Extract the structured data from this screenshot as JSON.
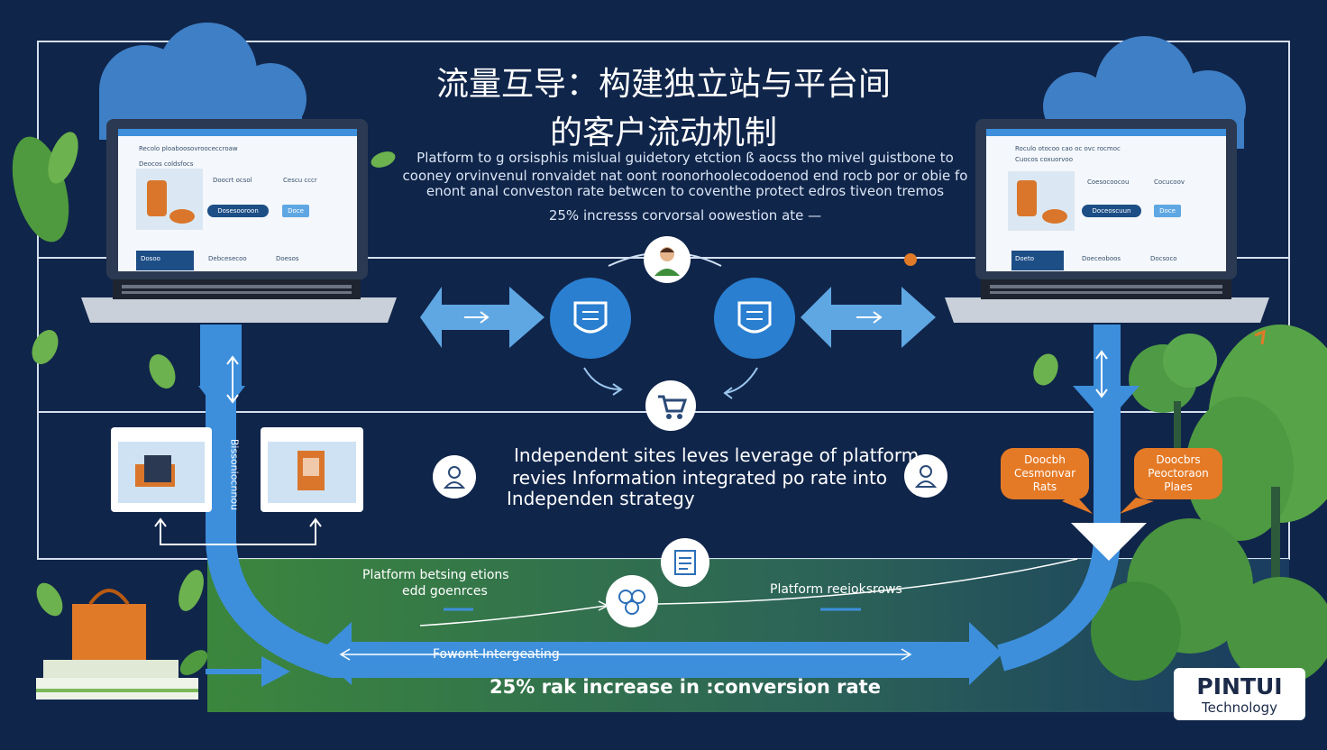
{
  "title": {
    "line1": "流量互导：构建独立站与平台间",
    "line2": "的客户流动机制"
  },
  "subtitle": {
    "line1": "Platform to g orsisphis mislual guidetory etction ß aocss tho mivel guistbone to",
    "line2": "cooney orvinvenul ronvaidet nat oont roonorhoolecodoenod end rocb por or obie fo",
    "line3": "enont anal conveston rate betwcen to coventhe protect edros tiveon tremos",
    "stat": "25% incresss corvorsal oowestion ate —"
  },
  "middle_text": {
    "line1": "Independent sites leves leverage of platform",
    "line2": "revies Information integrated po rate into",
    "line3": "Independen strategy"
  },
  "flow_labels": {
    "left_line1": "Platform betsing etions",
    "left_line2": "edd goenrces",
    "right": "Platform reeioksrows",
    "bottom_arrow": "Fowont Intergeating",
    "bottom_stat": "25% rak increase in :conversion rate"
  },
  "vertical_label": "Bissoniocnnou",
  "bubbles": {
    "left": "Doocbh\nCesmonvar\nRats",
    "right": "Doocbrs\nPeoctoraon\nPlaes"
  },
  "laptop_left": {
    "header": "Recolo ploaboosovrooceccroaw",
    "sub": "Deocos coldsfocs",
    "col1": "Doocrt ocsol",
    "col2": "Cescu cccr",
    "btn1": "Dosesooroon",
    "btn2": "Doce",
    "b1": "Dosoo",
    "b2": "Debcesecoo",
    "b3": "Doesos"
  },
  "laptop_right": {
    "header": "Roculo otocoo cao oc ovc rocmoc",
    "sub": "Cuocos coxuorvoo",
    "col1": "Coesocoocou",
    "col2": "Cocucoov",
    "btn1": "Doceoscuun",
    "btn2": "Doce",
    "b1": "Doeto",
    "b2": "Doeceoboos",
    "b3": "Docsoco"
  },
  "logo": {
    "line1": "PINTUI",
    "line2": "Technology"
  },
  "icons": [
    "person-icon",
    "shield-icon",
    "cart-icon",
    "user-icon",
    "document-icon",
    "network-icon"
  ],
  "colors": {
    "background": "#10254a",
    "arrow_blue": "#3d8fdc",
    "accent_orange": "#e57a26",
    "green": "#3f8a3c"
  }
}
